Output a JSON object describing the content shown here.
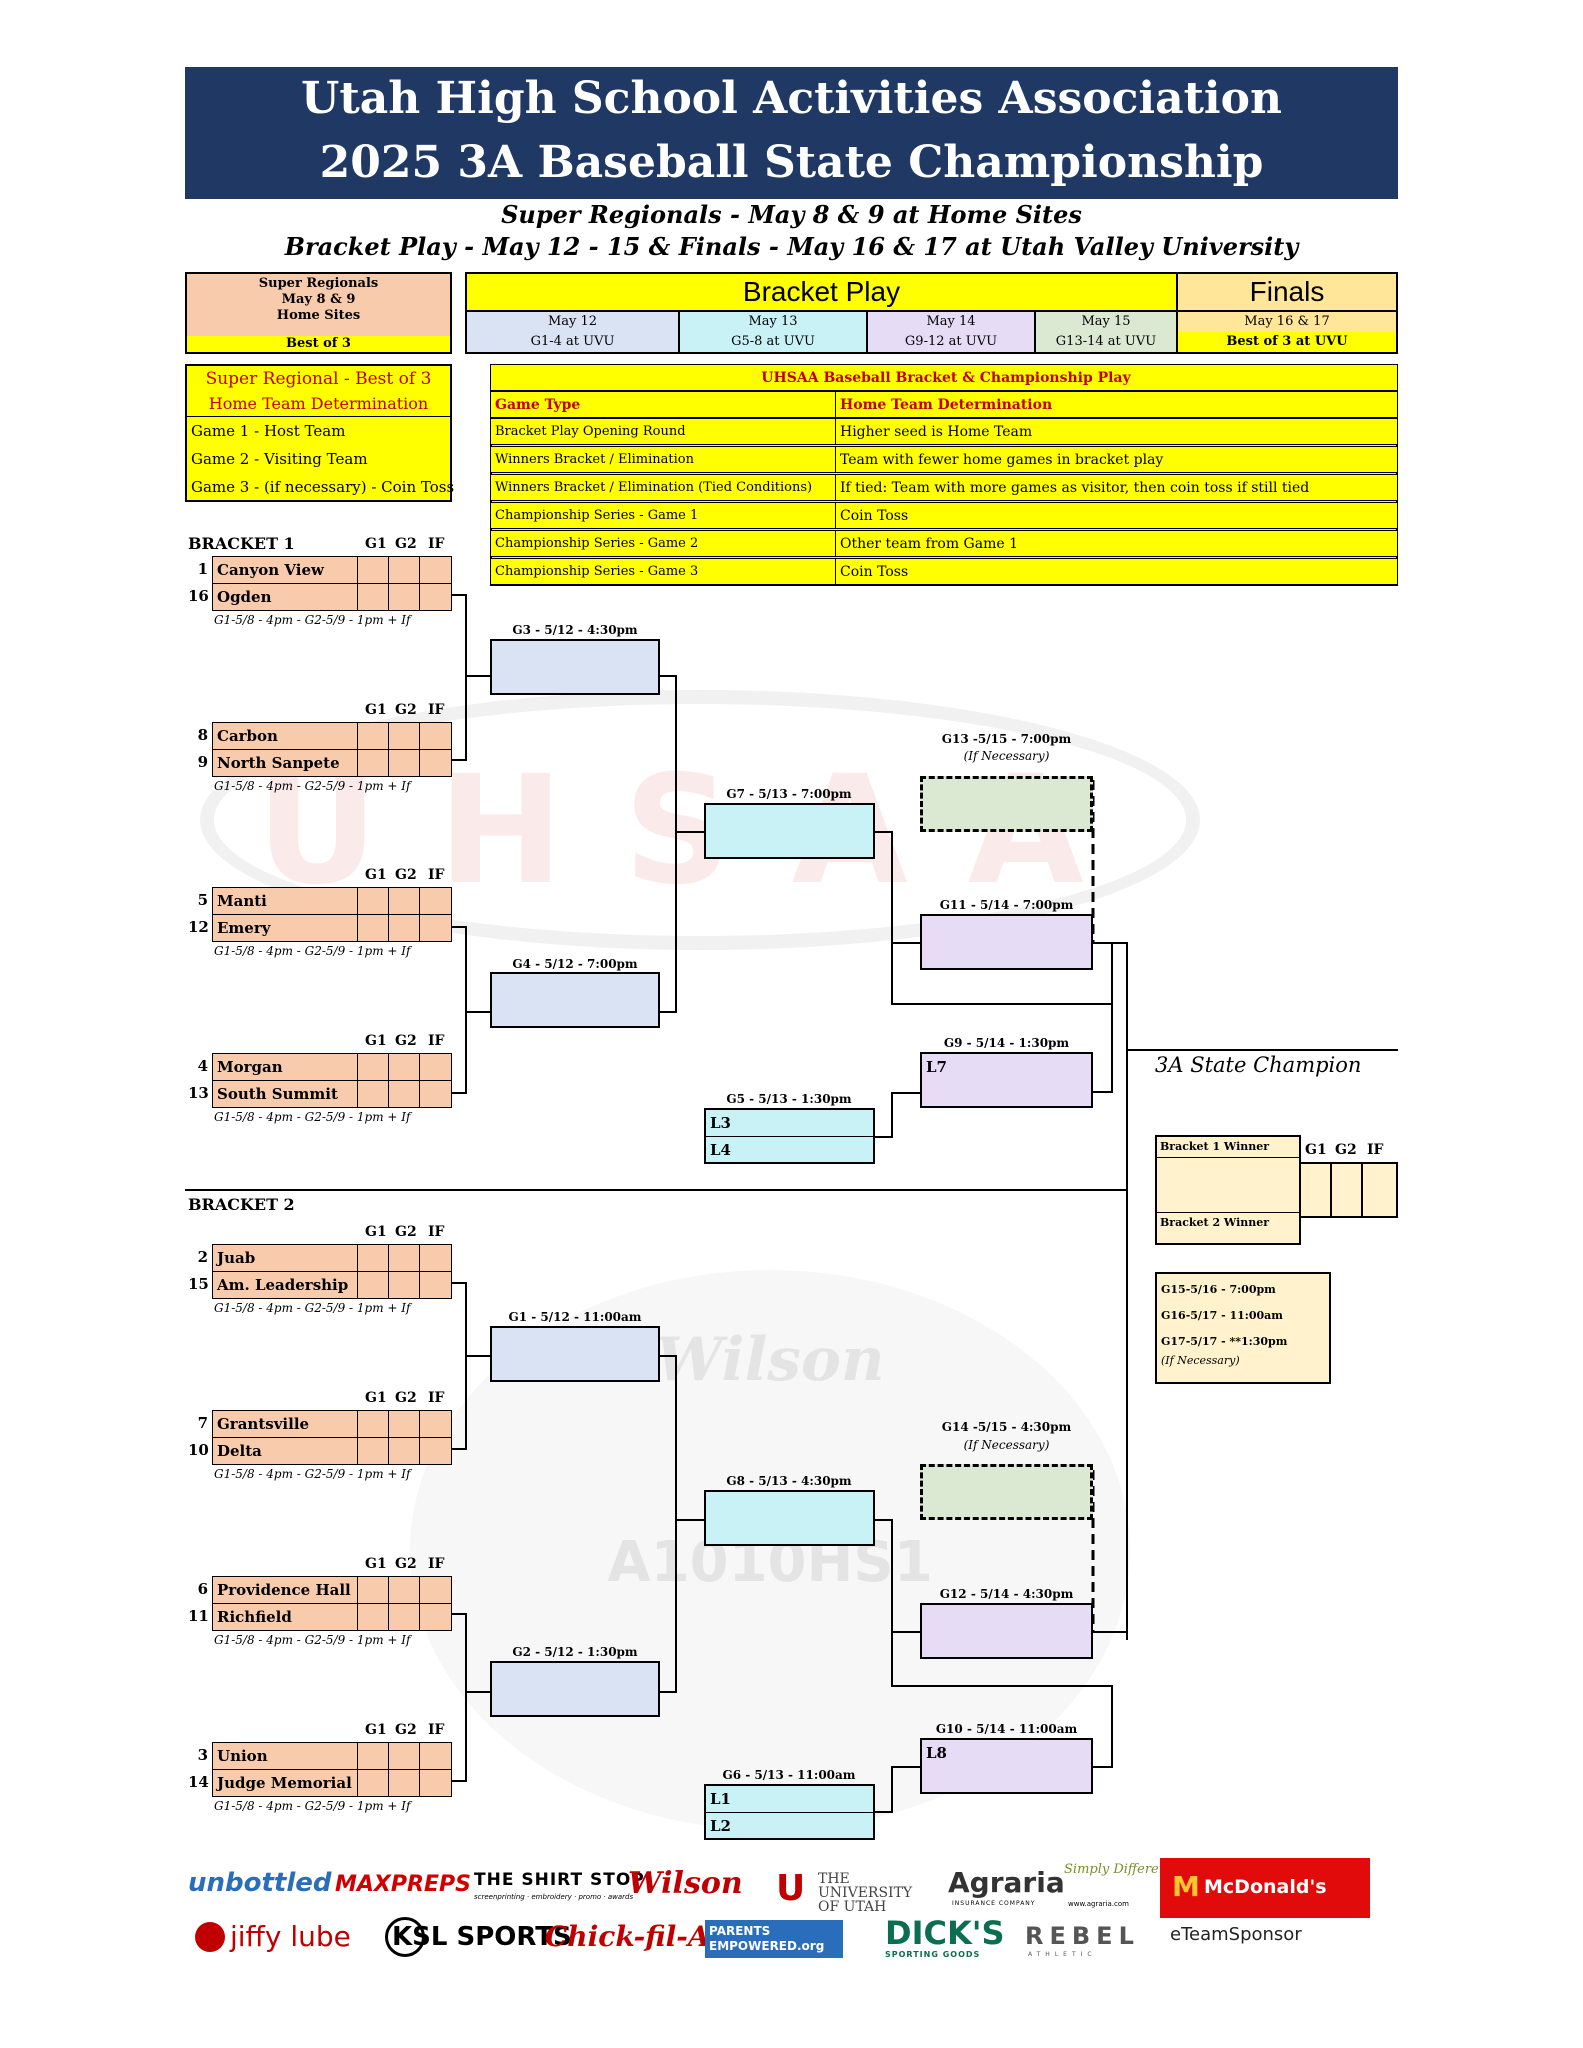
{
  "header": {
    "line1": "Utah High School Activities Association",
    "line2": "2025 3A Baseball State Championship",
    "sub1": "Super Regionals - May 8 & 9 at Home Sites",
    "sub2": "Bracket Play - May 12 - 15 & Finals - May 16 & 17 at Utah Valley University"
  },
  "schedule": {
    "super_regionals": [
      "Super Regionals",
      "May 8 & 9",
      "Home Sites"
    ],
    "super_best": "Best of 3",
    "bracket_play": "Bracket Play",
    "finals": "Finals",
    "days": [
      {
        "date": "May 12",
        "games": "G1-4 at UVU"
      },
      {
        "date": "May 13",
        "games": "G5-8 at UVU"
      },
      {
        "date": "May 14",
        "games": "G9-12 at UVU"
      },
      {
        "date": "May 15",
        "games": "G13-14 at UVU"
      }
    ],
    "finals_date": "May 16 & 17",
    "finals_best": "Best of 3 at UVU"
  },
  "home_team": {
    "title": "Super Regional - Best of 3",
    "subtitle": "Home Team Determination",
    "rows": [
      "Game 1 - Host Team",
      "Game 2 - Visiting Team",
      "Game 3 - (if necessary) - Coin Toss"
    ]
  },
  "rules": {
    "title": "UHSAA Baseball Bracket & Championship Play",
    "col1": "Game Type",
    "col2": "Home Team Determination",
    "rows": [
      [
        "Bracket Play Opening Round",
        "Higher seed is Home Team"
      ],
      [
        "Winners Bracket / Elimination",
        "Team with fewer home games in bracket play"
      ],
      [
        "Winners Bracket / Elimination (Tied Conditions)",
        "If tied: Team with more games as visitor, then coin toss if still tied"
      ],
      [
        "Championship Series - Game 1",
        "Coin Toss"
      ],
      [
        "Championship Series - Game 2",
        "Other team from Game 1"
      ],
      [
        "Championship Series - Game 3",
        "Coin Toss"
      ]
    ]
  },
  "cols": {
    "g1": "G1",
    "g2": "G2",
    "if": "IF"
  },
  "sched_text": "G1-5/8 - 4pm - G2-5/9 - 1pm + If",
  "bracket1": {
    "label": "BRACKET 1",
    "matchups": [
      [
        {
          "seed": "1",
          "team": "Canyon View"
        },
        {
          "seed": "16",
          "team": "Ogden"
        }
      ],
      [
        {
          "seed": "8",
          "team": "Carbon"
        },
        {
          "seed": "9",
          "team": "North Sanpete"
        }
      ],
      [
        {
          "seed": "5",
          "team": "Manti"
        },
        {
          "seed": "12",
          "team": "Emery"
        }
      ],
      [
        {
          "seed": "4",
          "team": "Morgan"
        },
        {
          "seed": "13",
          "team": "South Summit"
        }
      ]
    ]
  },
  "bracket2": {
    "label": "BRACKET 2",
    "matchups": [
      [
        {
          "seed": "2",
          "team": "Juab"
        },
        {
          "seed": "15",
          "team": "Am. Leadership"
        }
      ],
      [
        {
          "seed": "7",
          "team": "Grantsville"
        },
        {
          "seed": "10",
          "team": "Delta"
        }
      ],
      [
        {
          "seed": "6",
          "team": "Providence Hall"
        },
        {
          "seed": "11",
          "team": "Richfield"
        }
      ],
      [
        {
          "seed": "3",
          "team": "Union"
        },
        {
          "seed": "14",
          "team": "Judge Memorial"
        }
      ]
    ]
  },
  "games": {
    "g3": "G3 - 5/12 - 4:30pm",
    "g4": "G4 - 5/12 - 7:00pm",
    "g7": "G7 - 5/13 - 7:00pm",
    "g5": "G5 - 5/13 - 1:30pm",
    "g13": "G13 -5/15 - 7:00pm",
    "g13_note": "(If Necessary)",
    "g11": "G11 - 5/14 - 7:00pm",
    "g9": "G9 - 5/14 - 1:30pm",
    "g1": "G1 - 5/12 - 11:00am",
    "g2": "G2 - 5/12 - 1:30pm",
    "g8": "G8 - 5/13 - 4:30pm",
    "g6": "G6 - 5/13 - 11:00am",
    "g14": "G14 -5/15 - 4:30pm",
    "g14_note": "(If Necessary)",
    "g12": "G12 - 5/14 - 4:30pm",
    "g10": "G10 - 5/14 - 11:00am",
    "l7": "L7",
    "l3": "L3",
    "l4": "L4",
    "l8": "L8",
    "l1": "L1",
    "l2": "L2"
  },
  "finals_box": {
    "champion": "3A State Champion",
    "b1": "Bracket 1 Winner",
    "b2": "Bracket 2 Winner",
    "g15": "G15-5/16 - 7:00pm",
    "g16": "G16-5/17 - 11:00am",
    "g17": "G17-5/17 - **1:30pm",
    "g17_note": "(If Necessary)"
  },
  "watermarks": {
    "top": "UHSAA",
    "ball_brand": "Wilson",
    "ball_model": "A1010HS1"
  },
  "sponsors": {
    "row1": [
      "unbottled",
      "MAXPREPS",
      "THE SHIRT STOP",
      "Wilson",
      "THE UNIVERSITY OF UTAH",
      "Agraria",
      "Simply Different",
      "McDonald's"
    ],
    "row2": [
      "jiffy lube",
      "KSL SPORTS",
      "Chick-fil-A",
      "PARENTS EMPOWERED.org",
      "DICK'S",
      "REBEL",
      "eTeamSponsor"
    ],
    "shirtstop_tag": "screenprinting · embroidery · promo · awards",
    "agraria_tag": "INSURANCE COMPANY",
    "agraria_url": "www.agraria.com",
    "dicks_tag": "SPORTING GOODS",
    "rebel_tag": "ATHLETIC"
  }
}
